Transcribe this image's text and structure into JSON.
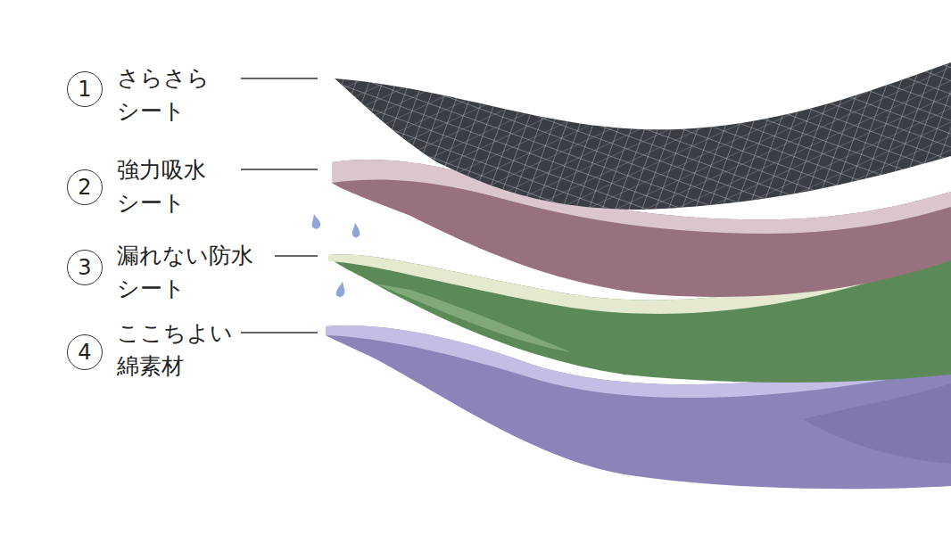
{
  "diagram": {
    "nodes": [
      {
        "text": [
          "1",
          "さらさら シート"
        ]
      },
      {
        "text": [
          "2",
          "強力吸水 シート"
        ]
      },
      {
        "text": [
          "3",
          "漏れない防水 シート"
        ]
      },
      {
        "text": [
          "4",
          "ここちよい 綿素材"
        ]
      }
    ]
  }
}
